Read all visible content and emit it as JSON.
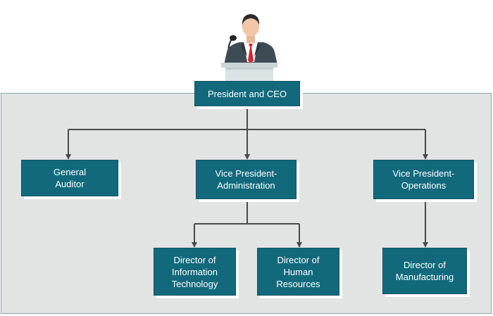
{
  "colors": {
    "box_fill": "#12697c",
    "box_text": "#ffffff",
    "panel": "#e2e3e3",
    "connector": "#4a4a4a"
  },
  "icon": "presenter-at-podium-icon",
  "nodes": {
    "ceo": "President and CEO",
    "auditor": "General\nAuditor",
    "vp_admin": "Vice President-\nAdministration",
    "vp_ops": "Vice President-\nOperations",
    "dir_it": "Director of\nInformation\nTechnology",
    "dir_hr": "Director of\nHuman\nResources",
    "dir_mfg": "Director of\nManufacturing"
  },
  "edges": [
    [
      "ceo",
      "auditor"
    ],
    [
      "ceo",
      "vp_admin"
    ],
    [
      "ceo",
      "vp_ops"
    ],
    [
      "vp_admin",
      "dir_it"
    ],
    [
      "vp_admin",
      "dir_hr"
    ],
    [
      "vp_ops",
      "dir_mfg"
    ]
  ]
}
